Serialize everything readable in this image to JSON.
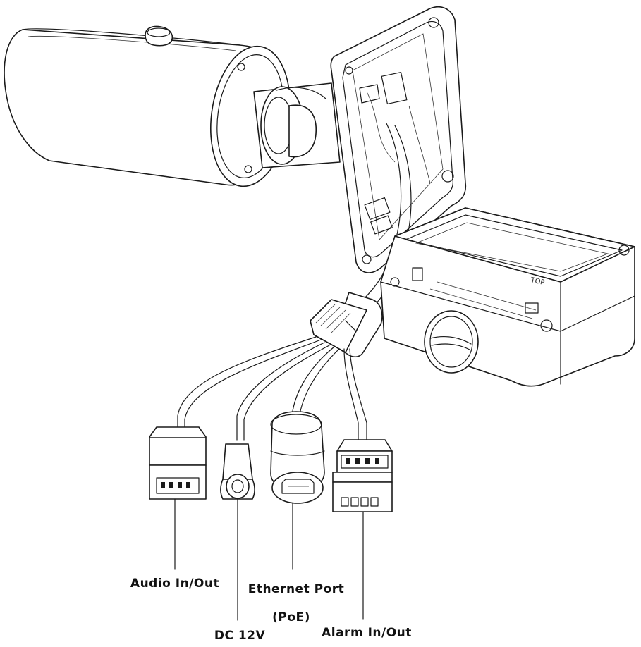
{
  "diagram": {
    "housing_text": "TOP",
    "labels": {
      "audio": "Audio  In/Out",
      "dc": "DC  12V",
      "ethernet": "Ethernet  Port",
      "poe": "(PoE)",
      "alarm": "Alarm  In/Out"
    },
    "colors": {
      "line": "#1a1a1a",
      "background": "#ffffff"
    }
  }
}
